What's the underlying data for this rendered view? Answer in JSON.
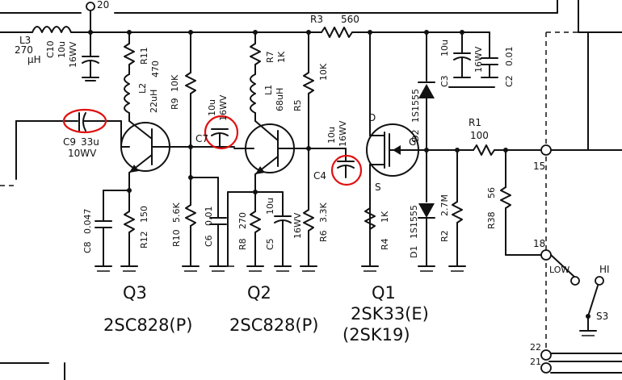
{
  "labels": {
    "pin20": "20",
    "pin15": "15",
    "pin18": "18",
    "pin22": "22",
    "pin21": "21",
    "l3_name": "L3",
    "l3_val1": "270",
    "l3_val2": "μH",
    "c10_name": "C10",
    "c10_val": "10u",
    "c10_v": "16WV",
    "r11_name": "R11",
    "r11_val": "470",
    "l2_name": "L2",
    "l2_val": "22uH",
    "r9_name": "R9",
    "r9_val": "10K",
    "r7_name": "R7",
    "r7_val": "1K",
    "l1_name": "L1",
    "l1_val": "68uH",
    "r3_name": "R3",
    "r3_val": "560",
    "r5_name": "R5",
    "r5_val": "10K",
    "c3_name": "C3",
    "c3_val": "10u",
    "c3_v": "16WV",
    "c2_name": "C2",
    "c2_val": "0.01",
    "d2_name": "D2",
    "d2_val": "1S1555",
    "d1_name": "D1",
    "d1_val": "1S1555",
    "c9_name": "C9",
    "c9_val": "33u",
    "c9_v": "10WV",
    "c7_name": "C7",
    "c7_val": "10u",
    "c7_v": "16WV",
    "c4_name": "C4",
    "c4_val": "10u",
    "c4_v": "16WV",
    "pin_d": "D",
    "pin_g": "G",
    "pin_s": "S",
    "r1_name": "R1",
    "r1_val": "100",
    "r38_name": "R38",
    "r38_val": "56",
    "c8_name": "C8",
    "c8_val": "0.047",
    "r12_name": "R12",
    "r12_val": "150",
    "r10_name": "R10",
    "r10_val": "5.6K",
    "c6_name": "C6",
    "c6_val": "0.01",
    "r8_name": "R8",
    "r8_val": "270",
    "c5_name": "C5",
    "c5_val": "10u",
    "c5_v": "16WV",
    "r6_name": "R6",
    "r6_val": "3.3K",
    "r4_name": "R4",
    "r4_val": "1K",
    "r2_name": "R2",
    "r2_val": "2.7M",
    "low": "LOW",
    "hi": "HI",
    "s3": "S3",
    "q3": "Q3",
    "q2": "Q2",
    "q1": "Q1",
    "q3_part": "2SC828(P)",
    "q2_part": "2SC828(P)",
    "q1_part": "2SK33(E)",
    "q1_alt": "(2SK19)"
  }
}
